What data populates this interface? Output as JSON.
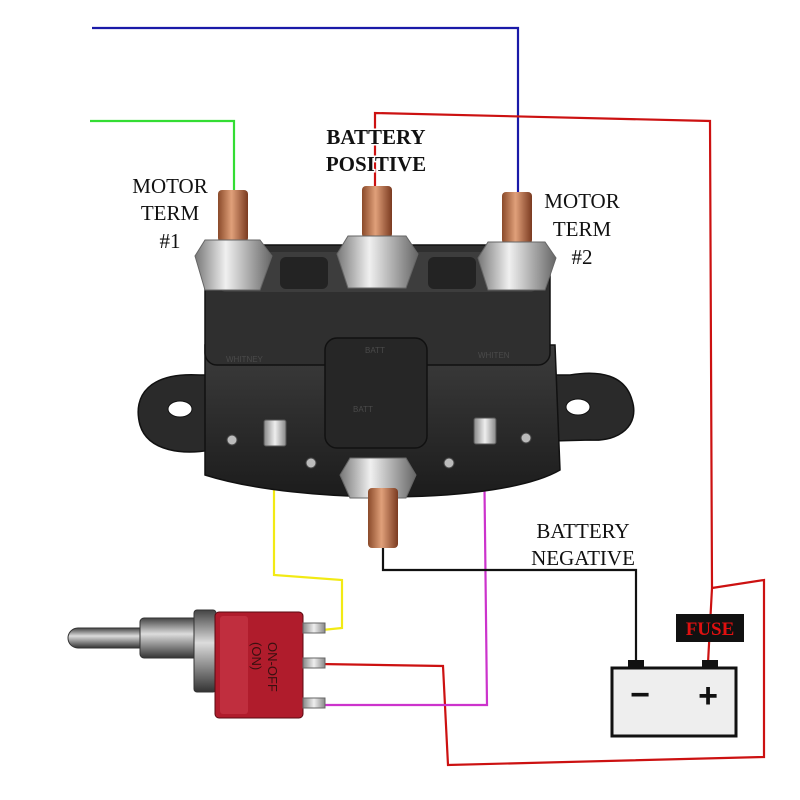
{
  "labels": {
    "motor_term_1": [
      "MOTOR",
      "TERM",
      "#1"
    ],
    "battery_positive": [
      "BATTERY",
      "POSITIVE"
    ],
    "motor_term_2": [
      "MOTOR",
      "TERM",
      "#2"
    ],
    "battery_negative": [
      "BATTERY",
      "NEGATIVE"
    ],
    "fuse": "FUSE",
    "battery_minus": "−",
    "battery_plus": "+"
  },
  "solenoid_markings": {
    "top": "BATT",
    "bottom": "BATT",
    "left": "WHITNEY",
    "right": "WHITEN"
  },
  "switch_markings": {
    "line1": "ON-OFF",
    "line2": "(ON)"
  },
  "wire_colors": {
    "blue": "#1a1aa8",
    "green": "#33dd33",
    "red": "#cc1111",
    "yellow": "#f2ea14",
    "magenta": "#cc33cc",
    "black": "#111111"
  }
}
